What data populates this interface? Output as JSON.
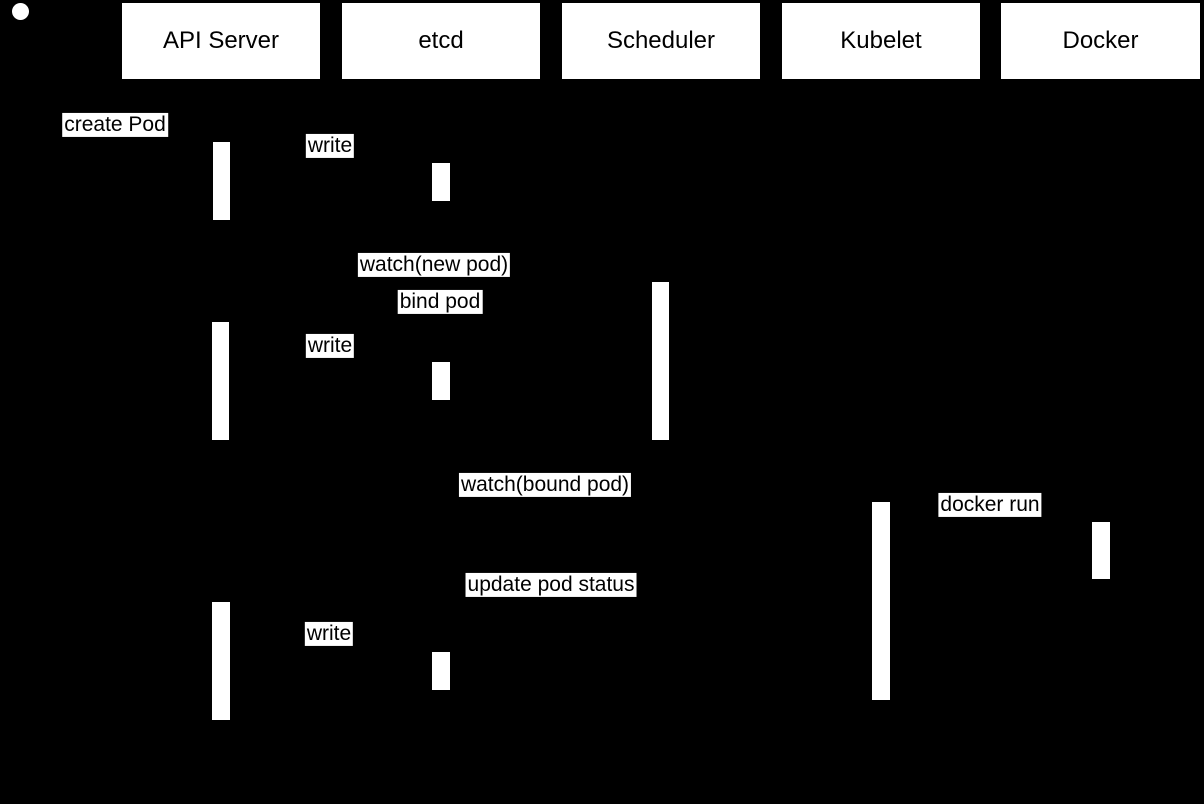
{
  "diagram": {
    "type": "sequence-diagram",
    "topic": "Kubernetes pod creation flow",
    "colors": {
      "background": "#000000",
      "shape_fill": "#ffffff",
      "shape_text": "#000000"
    },
    "start_marker": "filled-circle",
    "participants": [
      {
        "label": "API Server"
      },
      {
        "label": "etcd"
      },
      {
        "label": "Scheduler"
      },
      {
        "label": "Kubelet"
      },
      {
        "label": "Docker"
      }
    ],
    "messages": [
      {
        "label": "create Pod"
      },
      {
        "label": "write"
      },
      {
        "label": "watch(new pod)"
      },
      {
        "label": "bind pod"
      },
      {
        "label": "write"
      },
      {
        "label": "watch(bound pod)"
      },
      {
        "label": "docker run"
      },
      {
        "label": "update pod status"
      },
      {
        "label": "write"
      }
    ]
  }
}
